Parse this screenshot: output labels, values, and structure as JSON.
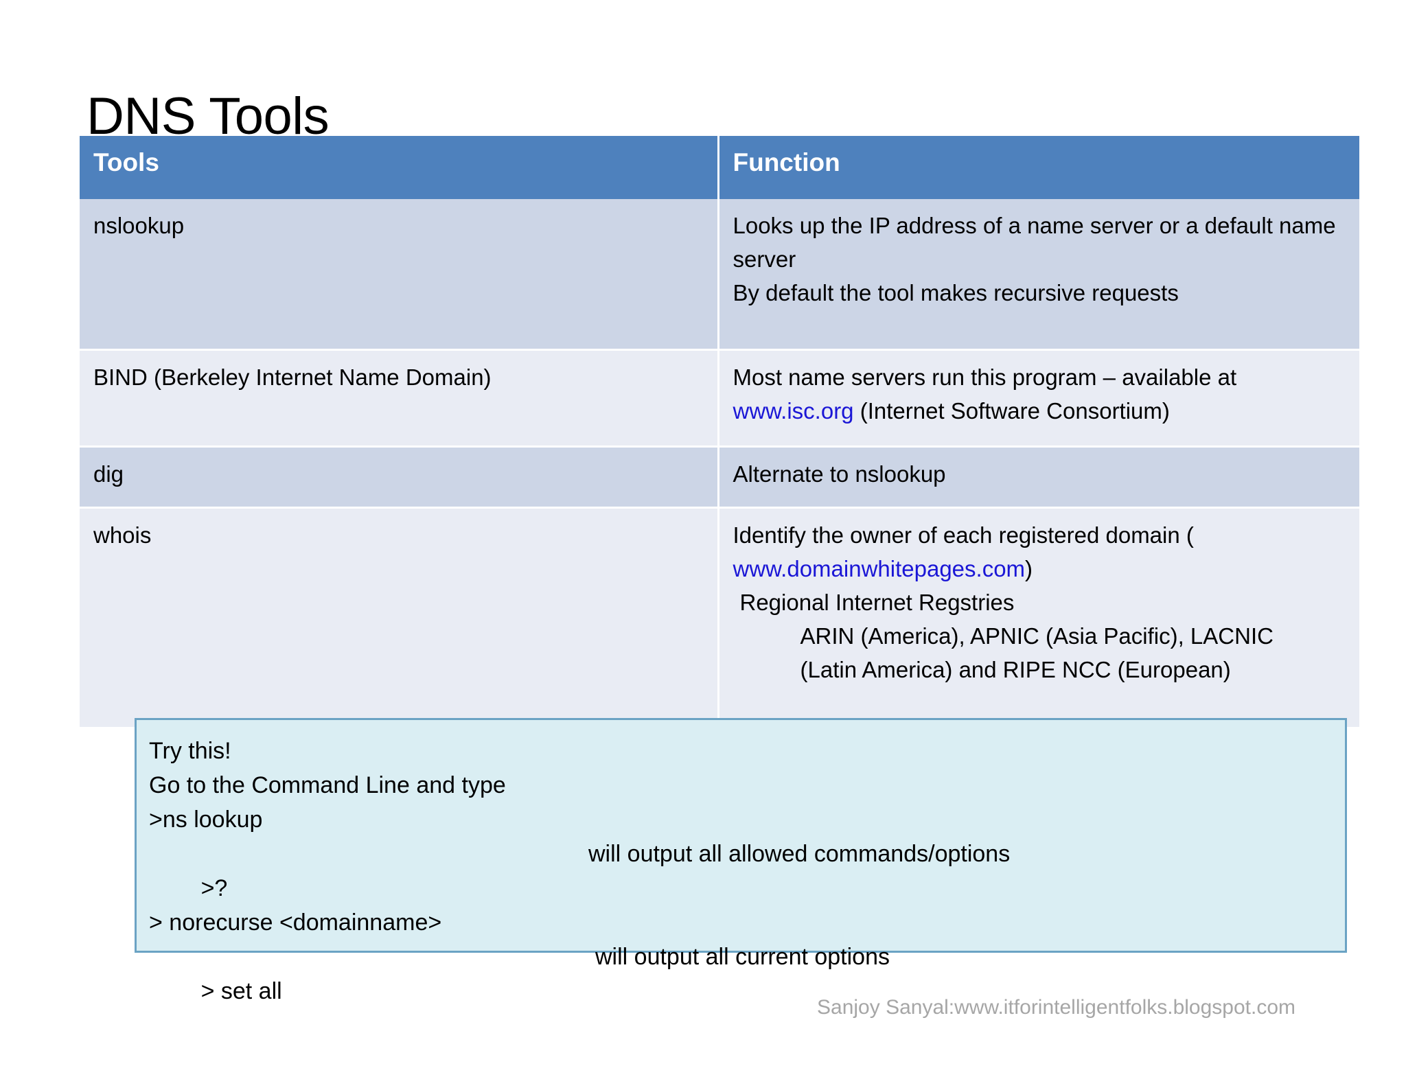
{
  "slide": {
    "title": "DNS Tools",
    "footer_credit": "Sanjoy Sanyal:www.itforintelligentfolks.blogspot.com",
    "accent_header_color": "#4e81bd",
    "row_shade_color": "#ccd5e6",
    "row_light_color": "#e9ecf4",
    "link_color": "#1a16d6",
    "callout_bg_color": "#daeef3",
    "callout_border_color": "#6ba3c4",
    "footer_color": "#a6a6a6"
  },
  "table": {
    "headers": {
      "tools": "Tools",
      "function": "Function"
    },
    "rows": [
      {
        "tool": "nslookup",
        "function_line_1": "Looks up the IP address of a name server or a default name server",
        "function_line_2": "By default the tool makes recursive requests"
      },
      {
        "tool": "BIND (Berkeley Internet Name Domain)",
        "function_prefix": "Most name servers run this program – available at",
        "function_link": "www.isc.org",
        "function_suffix": " (Internet Software Consortium)"
      },
      {
        "tool": "dig",
        "function_line_1": "Alternate to nslookup"
      },
      {
        "tool": "whois",
        "function_prefix": "Identify the owner of each registered domain (",
        "function_link": "www.domainwhitepages.com",
        "function_suffix": ")",
        "function_line_3": "Regional Internet Regstries",
        "function_line_4": "ARIN (America), APNIC (Asia Pacific), LACNIC",
        "function_line_5": "(Latin America) and RIPE NCC (European)"
      }
    ]
  },
  "callout": {
    "heading": "Try this!",
    "line_1": "Go to the Command Line and type",
    "line_2": ">ns lookup",
    "line_3_cmd": ">?",
    "line_3_note": "will output all allowed commands/options",
    "line_4_cmd": "> norecurse <domainname>",
    "line_5_cmd": "> set all",
    "line_5_note": "will output all current options"
  }
}
